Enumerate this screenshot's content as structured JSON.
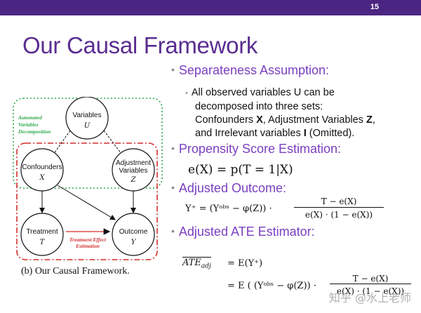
{
  "slide": {
    "number": "15",
    "title": "Our Causal Framework"
  },
  "diagram": {
    "box_auto_label_1": "Automated",
    "box_auto_label_2": "Variables",
    "box_auto_label_3": "Decomposition",
    "node_u_label": "Variables",
    "node_u_var": "U",
    "node_x_label": "Confounders",
    "node_x_var": "X",
    "node_z_label_1": "Adjustment",
    "node_z_label_2": "Variables",
    "node_z_var": "Z",
    "node_t_label": "Treatment",
    "node_t_var": "T",
    "node_y_label": "Outcome",
    "node_y_var": "Y",
    "edge_label_1": "Treatment Effect",
    "edge_label_2": "Estimation",
    "caption": "(b)  Our Causal Framework.",
    "colors": {
      "green_dotted": "#2ea84a",
      "red_dashed": "#d32f2f"
    }
  },
  "bullets": {
    "b1": "Separateness Assumption:",
    "b1_sub_1": "All observed variables U can be",
    "b1_sub_2": "decomposed into three sets:",
    "b1_sub_3a": "Confounders ",
    "b1_sub_3b": "X",
    "b1_sub_3c": ", Adjustment Variables ",
    "b1_sub_3d": "Z",
    "b1_sub_3e": ",",
    "b1_sub_4a": "and Irrelevant variables ",
    "b1_sub_4b": "I",
    "b1_sub_4c": " (Omitted).",
    "b2": "Propensity Score Estimation:",
    "b2_math": "e(X) = p(T = 1|X)",
    "b3": "Adjusted Outcome:",
    "b3_math_lhs": "Y⁺ = (Yᵒᵇˢ − φ(Z)) ·",
    "b3_math_num": "T − e(X)",
    "b3_math_den": "e(X) · (1 − e(X))",
    "b4": "Adjusted ATE Estimator:",
    "b4_math_lhs": "ATE",
    "b4_math_sub": "adj",
    "b4_math_eq1": "=   E(Y⁺)",
    "b4_math_eq2": "=   E ( (Yᵒᵇˢ − φ(Z)) ·",
    "b4_math_num2": "T − e(X)",
    "b4_math_den2": "e(X) · (1 − e(X))"
  },
  "watermark": "知乎 @水上老师",
  "colors": {
    "topbar": "#4b2582",
    "title": "#5a2d91",
    "bullet": "#7b3fbf"
  }
}
